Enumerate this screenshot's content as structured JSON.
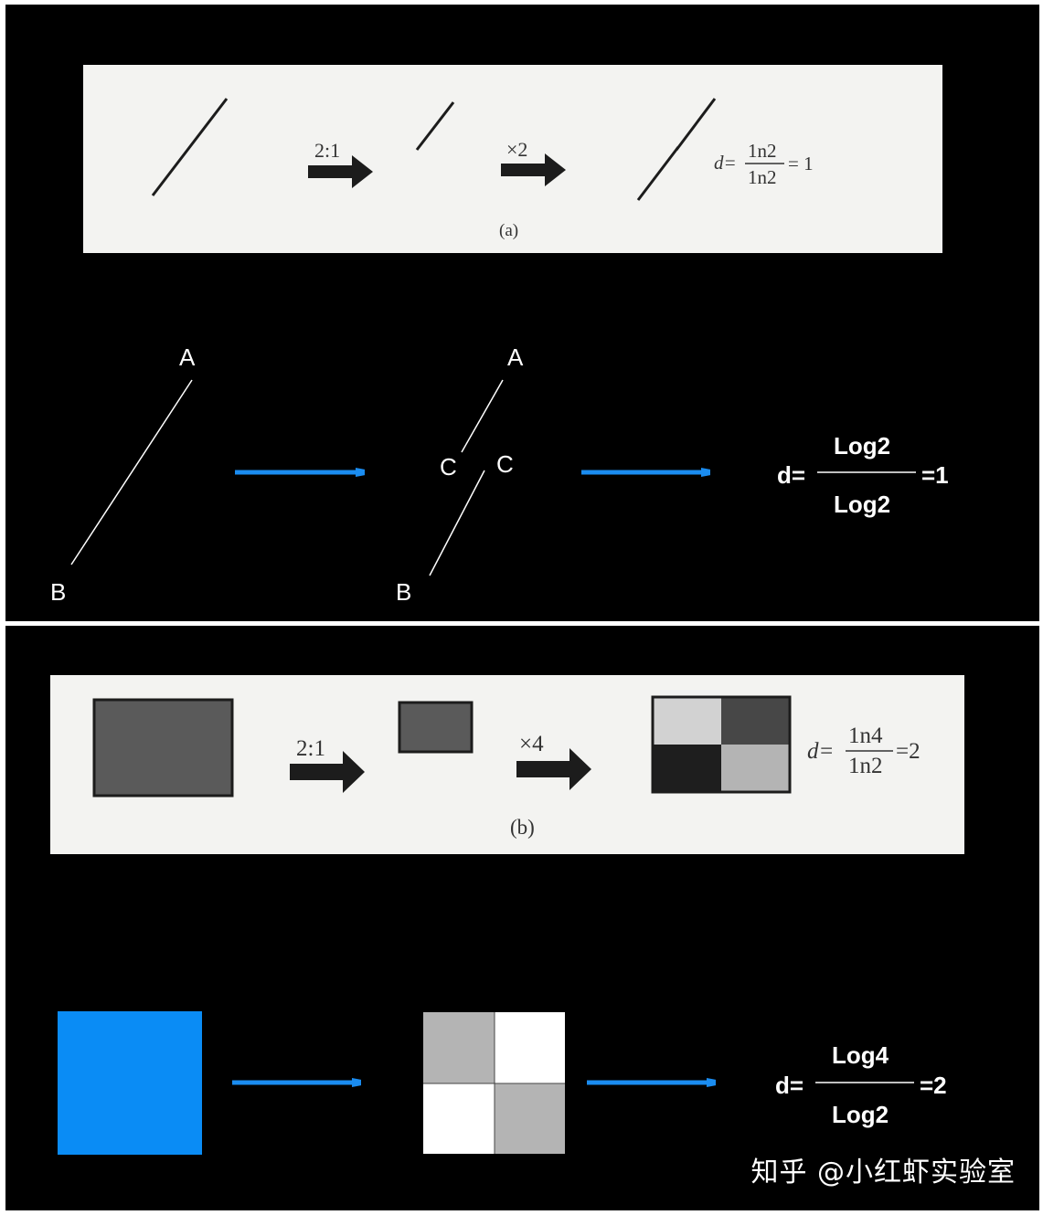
{
  "figure_a": {
    "ratio_label": "2:1",
    "multiplier_label": "×2",
    "formula_lhs": "d=",
    "formula_num": "1n2",
    "formula_den": "1n2",
    "formula_rhs": "= 1",
    "caption": "(a)"
  },
  "line_diagram": {
    "point_a1": "A",
    "point_b1": "B",
    "point_a2": "A",
    "point_c_left": "C",
    "point_c_right": "C",
    "point_b2": "B",
    "formula_lhs": "d=",
    "formula_num": "Log2",
    "formula_den": "Log2",
    "formula_rhs": "=1",
    "arrow_color": "#1a8cf0"
  },
  "figure_b": {
    "ratio_label": "2:1",
    "multiplier_label": "×4",
    "formula_lhs": "d=",
    "formula_num": "1n4",
    "formula_den": "1n2",
    "formula_rhs": "=2",
    "caption": "(b)"
  },
  "square_diagram": {
    "formula_lhs": "d=",
    "formula_num": "Log4",
    "formula_den": "Log2",
    "formula_rhs": "=2",
    "square_color": "#0a8cf5",
    "grid_gray": "#b4b4b4"
  },
  "watermark": "知乎 @小红虾实验室"
}
